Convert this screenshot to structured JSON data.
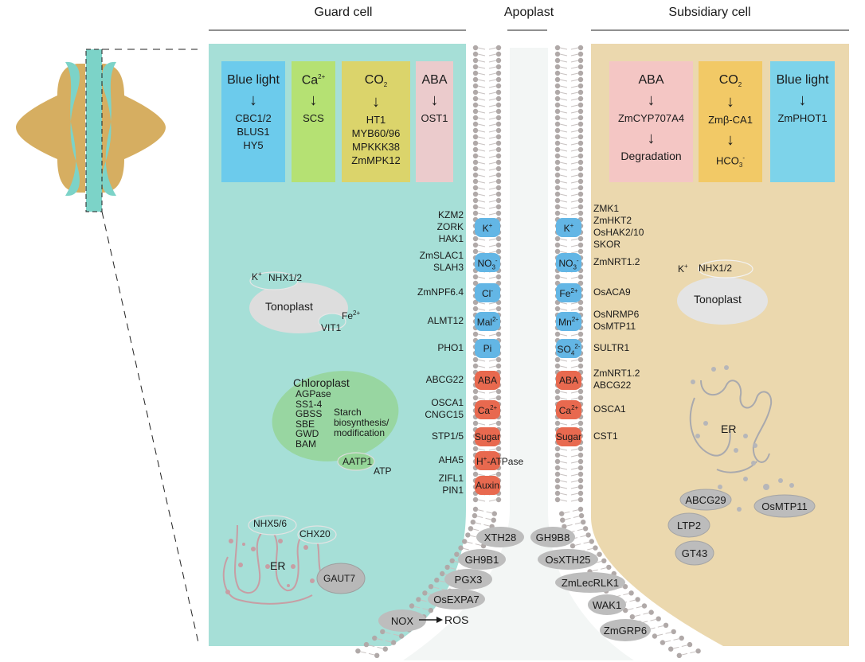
{
  "colors": {
    "guard_cell_fill": "#a6dfd7",
    "subsidiary_fill": "#ebd8ae",
    "apoplast_fill": "#f3f6f5",
    "stomata_ochre": "#d6ae61",
    "stomata_teal": "#7cd3c8",
    "channel_blue": "#63b6e5",
    "channel_red": "#e8694f",
    "box_blue": "#6ccbec",
    "box_green": "#b5e173",
    "box_olive": "#dbd46b",
    "box_pink": "#ebcbcc",
    "box_salmon": "#f4c6c4",
    "box_yellow": "#f2c966",
    "box_cyan": "#7dd3ea",
    "membrane_head": "#b0a9a8",
    "organelle_gray": "#dddddd",
    "chloroplast_green": "#95d598",
    "er_pink": "#c79ea4",
    "er_gray": "#a9a9ad",
    "protein_gray": "#b8b8b8"
  },
  "headers": {
    "guard_cell": "Guard cell",
    "apoplast": "Apoplast",
    "subsidiary_cell": "Subsidiary cell"
  },
  "guard_boxes": [
    {
      "head": "Blue light",
      "items": [
        "CBC1/2",
        "BLUS1",
        "HY5"
      ]
    },
    {
      "head": "Ca",
      "head_sup": "2+",
      "items": [
        "SCS"
      ]
    },
    {
      "head": "CO",
      "head_sub": "2",
      "items": [
        "HT1",
        "MYB60/96",
        "MPKKK38",
        "ZmMPK12"
      ]
    },
    {
      "head": "ABA",
      "items": [
        "OST1"
      ]
    }
  ],
  "subsidiary_boxes": [
    {
      "head": "ABA",
      "mid": "ZmCYP707A4",
      "bottom": "Degradation"
    },
    {
      "head": "CO",
      "head_sub": "2",
      "mid": "Zmβ-CA1",
      "bottom": "HCO",
      "bottom_sub": "3",
      "bottom_sup": "-"
    },
    {
      "head": "Blue light",
      "mid": "ZmPHOT1"
    }
  ],
  "left_channels": [
    {
      "text": "K",
      "sup": "+",
      "proteins": [
        "KZM2",
        "ZORK",
        "HAK1"
      ],
      "color": "blue"
    },
    {
      "text": "NO",
      "sub": "3",
      "sup": "-",
      "proteins": [
        "ZmSLAC1",
        "SLAH3"
      ],
      "color": "blue"
    },
    {
      "text": "Cl",
      "sup": "-",
      "proteins": [
        "ZmNPF6.4"
      ],
      "color": "blue"
    },
    {
      "text": "Mal",
      "sup": "2-",
      "proteins": [
        "ALMT12"
      ],
      "color": "blue"
    },
    {
      "text": "Pi",
      "proteins": [
        "PHO1"
      ],
      "color": "blue"
    },
    {
      "text": "ABA",
      "proteins": [
        "ABCG22"
      ],
      "color": "red"
    },
    {
      "text": "Ca",
      "sup": "2+",
      "proteins": [
        "OSCA1",
        "CNGC15"
      ],
      "color": "red"
    },
    {
      "text": "Sugar",
      "proteins": [
        "STP1/5"
      ],
      "color": "red"
    },
    {
      "text": "H",
      "sup": "+",
      "text_after": "-ATPase",
      "proteins": [
        "AHA5"
      ],
      "color": "red"
    },
    {
      "text": "Auxin",
      "proteins": [
        "ZIFL1",
        "PIN1"
      ],
      "color": "red"
    }
  ],
  "right_channels": [
    {
      "text": "K",
      "sup": "+",
      "proteins": [
        "ZMK1",
        "ZmHKT2",
        "OsHAK2/10",
        "SKOR"
      ],
      "color": "blue"
    },
    {
      "text": "NO",
      "sub": "3",
      "sup": "-",
      "proteins": [
        "ZmNRT1.2"
      ],
      "color": "blue"
    },
    {
      "text": "Fe",
      "sup": "2+",
      "proteins": [
        "OsACA9"
      ],
      "color": "blue"
    },
    {
      "text": "Mn",
      "sup": "2+",
      "proteins": [
        "OsNRMP6",
        "OsMTP11"
      ],
      "color": "blue"
    },
    {
      "text": "SO",
      "sub": "4",
      "sup": "2-",
      "proteins": [
        "SULTR1"
      ],
      "color": "blue"
    },
    {
      "text": "ABA",
      "proteins": [
        "ZmNRT1.2",
        "ABCG22"
      ],
      "color": "red"
    },
    {
      "text": "Ca",
      "sup": "2+",
      "proteins": [
        "OSCA1"
      ],
      "color": "red"
    },
    {
      "text": "Sugar",
      "proteins": [
        "CST1"
      ],
      "color": "red"
    }
  ],
  "guard_tonoplast": {
    "name": "Tonoplast",
    "k": "K",
    "k_sup": "+",
    "nhx": "NHX1/2",
    "fe": "Fe",
    "fe_sup": "2+",
    "vit": "VIT1"
  },
  "chloroplast": {
    "name": "Chloroplast",
    "enzymes": [
      "AGPase",
      "SS1-4",
      "GBSS",
      "SBE",
      "GWD",
      "BAM"
    ],
    "process": [
      "Starch",
      "biosynthesis/",
      "modification"
    ],
    "aatp": "AATP1",
    "atp": "ATP"
  },
  "guard_er": {
    "name": "ER",
    "nhx": "NHX5/6",
    "chx": "CHX20",
    "gaut": "GAUT7"
  },
  "apoplast_left": [
    "XTH28",
    "GH9B1",
    "PGX3",
    "OsEXPA7"
  ],
  "nox": {
    "name": "NOX",
    "product": "ROS"
  },
  "apoplast_right": [
    "GH9B8",
    "OsXTH25",
    "ZmLecRLK1",
    "WAK1",
    "ZmGRP6"
  ],
  "sub_tonoplast": {
    "name": "Tonoplast",
    "k": "K",
    "k_sup": "+",
    "nhx": "NHX1/2"
  },
  "sub_er": {
    "name": "ER"
  },
  "sub_proteins": [
    "ABCG29",
    "OsMTP11",
    "LTP2",
    "GT43"
  ]
}
